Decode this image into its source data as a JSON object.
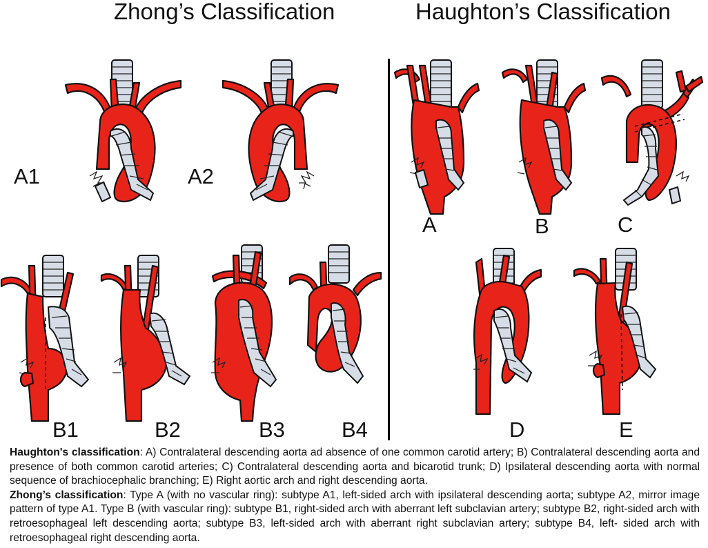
{
  "titles": {
    "left": "Zhong’s Classification",
    "right": "Haughton’s Classification"
  },
  "labels": {
    "A1": "A1",
    "A2": "A2",
    "B1": "B1",
    "B2": "B2",
    "B3": "B3",
    "B4": "B4",
    "A": "A",
    "B": "B",
    "C": "C",
    "D": "D",
    "E": "E"
  },
  "caption": {
    "haughton_heading": "Haughton's classification",
    "haughton_text": ": A) Contralateral descending aorta ad absence of one common carotid artery; B) Contralateral descending aorta and presence of both common carotid arteries; C) Contralateral descending aorta and bicarotid trunk; D) Ipsilateral descending aorta with normal sequence of brachiocephalic branching; E) Right aortic arch and right descending aorta.",
    "zhong_heading": "Zhong’s classification",
    "zhong_text": ": Type A (with no vascular ring): subtype A1, left-sided arch with ipsilateral descending aorta; subtype A2, mirror image pattern of type A1. Type B (with vascular ring): subtype B1, right-sided arch with aberrant left subclavian artery; subtype B2, right-sided arch with retroesophageal left descending aorta; subtype B3, left-sided arch with aberrant right subclavian artery; subtype B4, left- sided arch with retroesophageal right descending aorta."
  },
  "colors": {
    "aorta": "#e8231a",
    "trachea": "#d6dde6",
    "outline": "#111111"
  }
}
